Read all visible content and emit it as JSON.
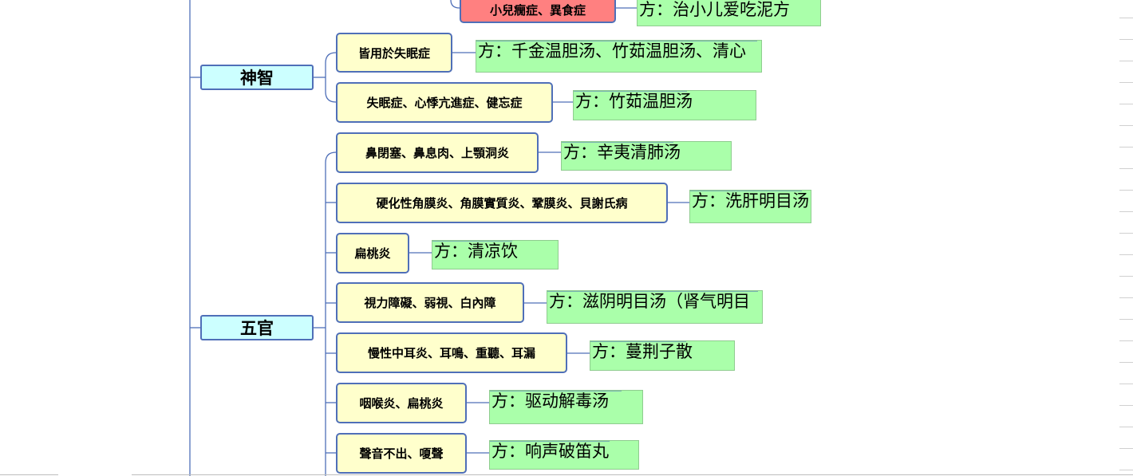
{
  "categories": [
    {
      "id": "shenzhi",
      "label": "神智"
    },
    {
      "id": "wuguan",
      "label": "五官"
    }
  ],
  "symptoms": [
    {
      "label": "小兒癇症、異食症",
      "highlight": true
    },
    {
      "label": "皆用於失眠症"
    },
    {
      "label": "失眠症、心悸亢進症、健忘症"
    },
    {
      "label": "鼻閉塞、鼻息肉、上顎洞炎"
    },
    {
      "label": "硬化性角膜炎、角膜實質炎、鞏膜炎、貝謝氏病"
    },
    {
      "label": "扁桃炎"
    },
    {
      "label": "視力障礙、弱視、白內障"
    },
    {
      "label": "慢性中耳炎、耳鳴、重聽、耳漏"
    },
    {
      "label": "咽喉炎、扁桃炎"
    },
    {
      "label": "聲音不出、嗄聲"
    }
  ],
  "prescriptions": [
    {
      "label": "方：治小儿爱吃泥方"
    },
    {
      "label": "方：千金温胆汤、竹茹温胆汤、清心"
    },
    {
      "label": "方：竹茹温胆汤"
    },
    {
      "label": "方：辛夷清肺汤"
    },
    {
      "label": "方：洗肝明目汤"
    },
    {
      "label": "方：清凉饮"
    },
    {
      "label": "方：滋阴明目汤（肾气明目"
    },
    {
      "label": "方：蔓荆子散"
    },
    {
      "label": "方：驱动解毒汤"
    },
    {
      "label": "方：响声破笛丸"
    }
  ],
  "colors": {
    "category_fill": "#ccffff",
    "symptom_fill": "#ffffcc",
    "symptom_highlight_fill": "#ff8080",
    "prescription_fill": "#aaffaa",
    "connector": "#4f6fb8"
  }
}
